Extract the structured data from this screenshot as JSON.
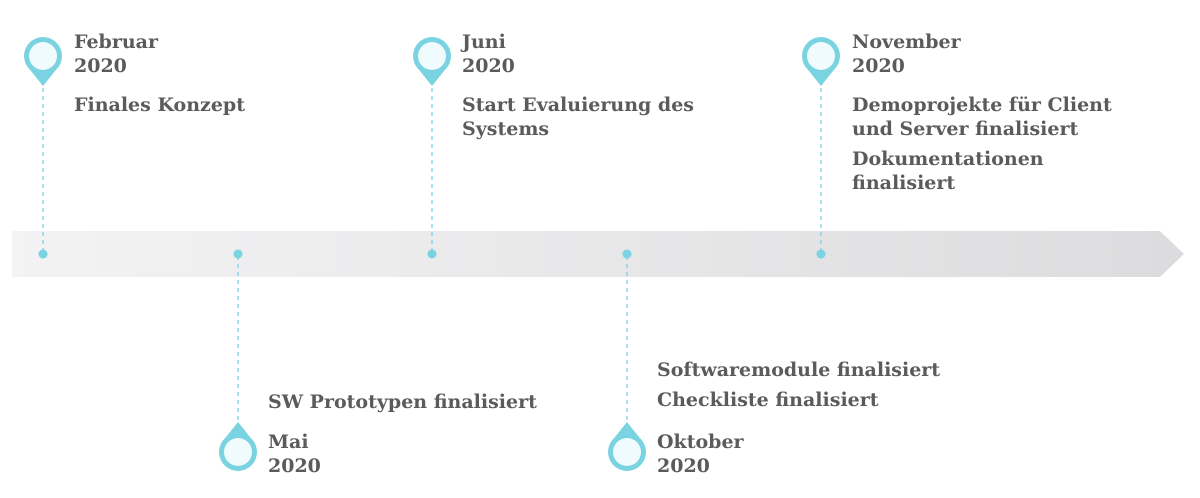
{
  "colors": {
    "accent": "#79d3e0",
    "pin_fill": "#f0fbfd",
    "text": "#5b5b5b",
    "arrow_start": "#f3f3f4",
    "arrow_end": "#dcdcde"
  },
  "milestones": [
    {
      "id": "februar",
      "month": "Februar",
      "year": "2020",
      "items": [
        "Finales Konzept"
      ],
      "position": "top"
    },
    {
      "id": "mai",
      "month": "Mai",
      "year": "2020",
      "items": [
        "SW Prototypen finalisiert"
      ],
      "position": "bottom"
    },
    {
      "id": "juni",
      "month": "Juni",
      "year": "2020",
      "items": [
        "Start Evaluierung des Systems"
      ],
      "position": "top"
    },
    {
      "id": "oktober",
      "month": "Oktober",
      "year": "2020",
      "items": [
        "Softwaremodule finalisiert",
        "Checkliste finalisiert"
      ],
      "position": "bottom"
    },
    {
      "id": "november",
      "month": "November",
      "year": "2020",
      "items": [
        "Demoprojekte für Client und Server finalisiert",
        "Dokumentationen finalisiert"
      ],
      "position": "top"
    }
  ]
}
